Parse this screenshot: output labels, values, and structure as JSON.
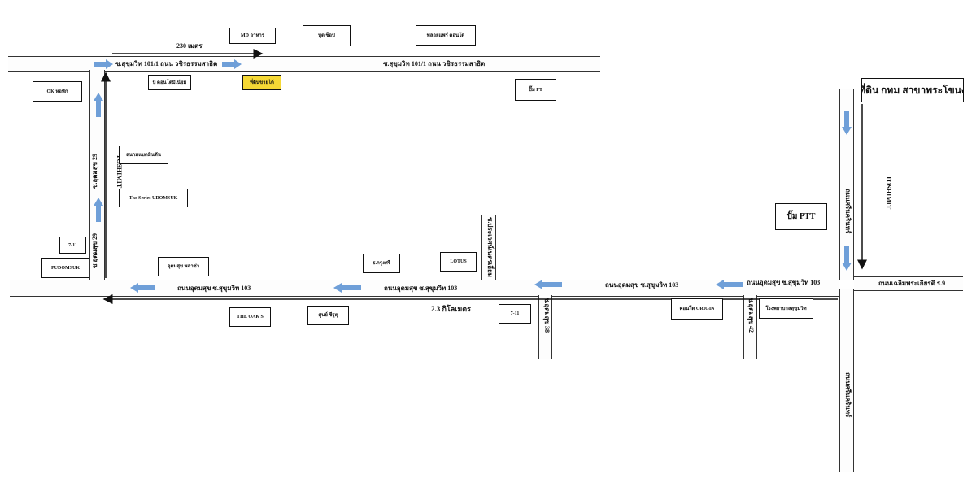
{
  "distance_top": "230 เมตร",
  "distance_bottom": "2.3 กิโลเมตร",
  "roads": {
    "top_road_label_1": "ซ.สุขุมวิท 101/1  ถนน วชิรธรรมสาธิต",
    "top_road_label_2": "ซ.สุขุมวิท 101/1  ถนน วชิรธรรมสาธิต",
    "bottom_road_label_1": "ถนนอุดมสุข ซ.สุขุมวิท 103",
    "bottom_road_label_2": "ถนนอุดมสุข ซ.สุขุมวิท 103",
    "bottom_road_label_3": "ถนนอุดมสุข ซ.สุขุมวิท 103",
    "bottom_road_label_4": "ถนนอุดมสุข ซ.สุขุมวิท 103",
    "right_road_label": "ถนนเฉลิมพระเกียรติ ร.9",
    "left_soi_label_upper": "ซ.อุดมสุข 29",
    "left_soi_label_lower": "ซ.อุดมสุข 29",
    "left_soi_side": "TOSHIMIT",
    "mid_soi_label": "ซ.ประเวศน์เนตรเอี่ยม",
    "soi_near_711": "ซ.อุดมสุข 38",
    "soi_near_origin": "ซ.อุดมสุข 42",
    "right_vertical_upper": "ถนนศรีนครินทร์",
    "right_vertical_lower": "ถนนศรีนครินทร์",
    "right_side_note": "TOSHIMIT"
  },
  "landmarks": {
    "md": "MD อาหาร",
    "boot": "บูต ช็อป",
    "plaza": "พลอยแฟร์ คอนโด",
    "bee_condo": "บี คอนโดมิเนียม",
    "target": "ที่ดินขายได้",
    "pt": "ปั๊ม PT",
    "ok": "OK หอพัก",
    "school": "สนามแบดมินตัน",
    "series": "The Series UDOMSUK",
    "seven_left": "7-11",
    "studio": "PUDOMSUK",
    "udom_park": "อุดมสุข พลาซ่า",
    "krungsri": "ธ.กรุงศรี",
    "lotus": "LOTUS",
    "oak": "THE OAK S",
    "shop_center": "ศูนย์ ซีรุตุ",
    "seven_mid": "7-11",
    "origin": "คอนโด ORIGIN",
    "hospital": "โรงพยาบาลสุขุมวิท",
    "ptt": "ปั๊ม PTT",
    "bangkok_bank": "ที่ดิน กทม สาขาพระโขนง"
  },
  "colors": {
    "arrow_blue": "#6f9fd8",
    "target_yellow": "#f5d835",
    "line": "#111111"
  }
}
